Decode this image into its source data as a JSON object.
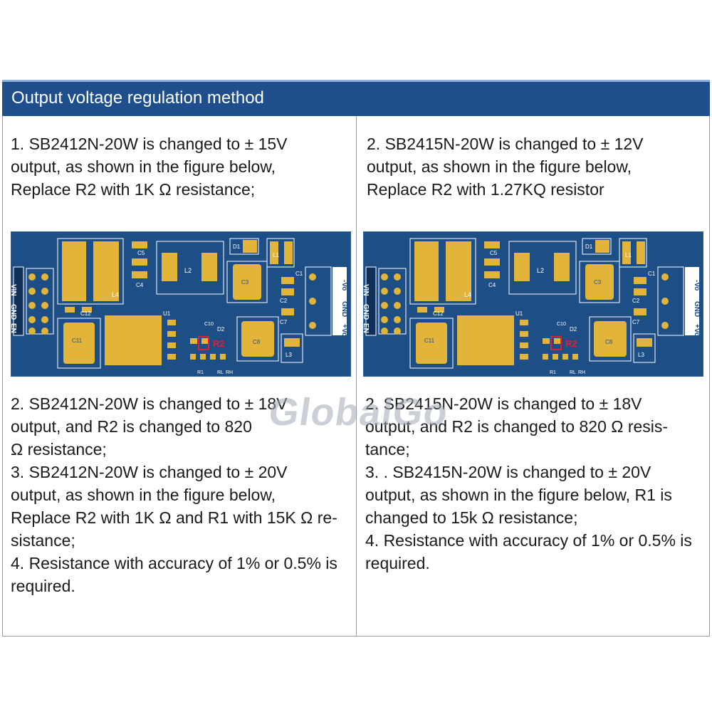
{
  "header": {
    "title": "Output voltage regulation method"
  },
  "left": {
    "top": [
      "1. SB2412N-20W is changed to ± 15V",
      "output, as shown in the figure below,",
      "Replace R2 with 1K Ω resistance;"
    ],
    "bottom": [
      "2. SB2412N-20W is changed to ± 18V",
      "output, and R2 is changed to 820",
      "Ω resistance;",
      "3. SB2412N-20W is changed to ± 20V",
      "output, as shown in the figure below,",
      "Replace R2 with 1K Ω and R1 with 15K Ω re-",
      "sistance;",
      "4. Resistance with accuracy of 1% or 0.5% is",
      "required."
    ]
  },
  "right": {
    "top": [
      "2. SB2415N-20W is changed to ± 12V",
      "output, as shown in the figure below,",
      "Replace R2 with 1.27KQ resistor"
    ],
    "bottom": [
      "2. SB2415N-20W is changed to ± 18V",
      "output, and R2 is changed to 820 Ω resis-",
      "tance;",
      "3. . SB2415N-20W is changed to ± 20V",
      "output, as shown in the figure below, R1 is",
      "changed to 15k Ω resistance;",
      "4. Resistance with accuracy of 1% or 0.5% is",
      "required."
    ]
  },
  "pcb": {
    "labels": {
      "vin": "VIN",
      "gnd": "GND",
      "en": "EN",
      "vo_minus": "-Vo",
      "vo_plus": "+Vo",
      "r2": "R2",
      "l1": "L1",
      "l2": "L2",
      "l3": "L3",
      "l4": "L4",
      "d1": "D1",
      "d2": "D2",
      "u1": "U1",
      "c1": "C1",
      "c2": "C2",
      "c3": "C3",
      "c4": "C4",
      "c5": "C5",
      "c7": "C7",
      "c8": "C8",
      "c10": "C10",
      "c11": "C11",
      "c12": "C12",
      "r1": "R1",
      "rl": "RL",
      "rh": "RH"
    },
    "colors": {
      "board": "#1d4f86",
      "pad": "#e2b43a",
      "silk": "#ffffff",
      "highlight": "#e0202a"
    }
  },
  "watermark": "GlobalGo"
}
